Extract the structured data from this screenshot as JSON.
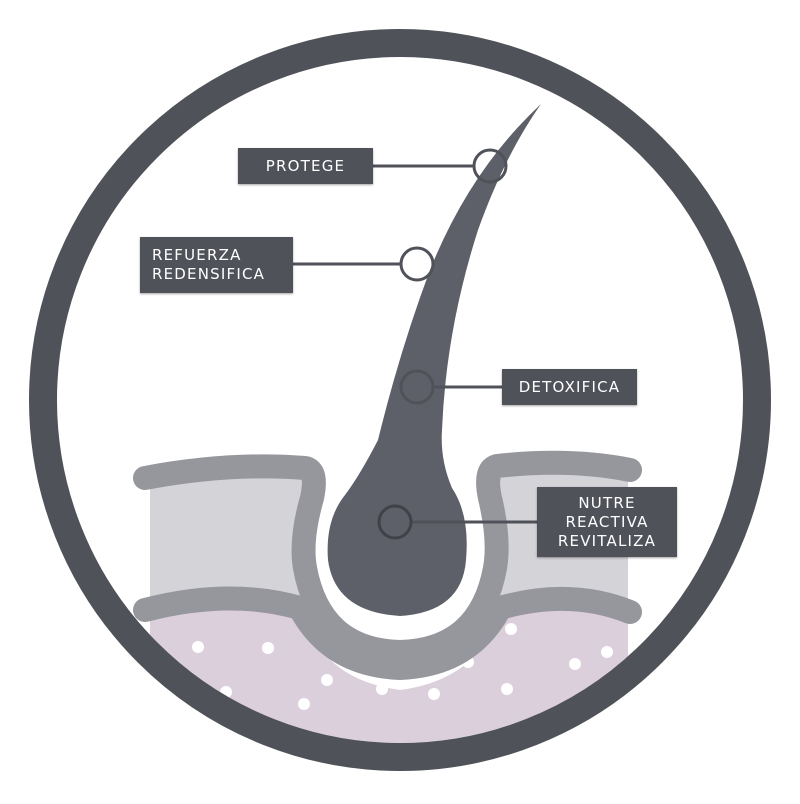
{
  "colors": {
    "ring": "#50525a",
    "hair": "#5e6069",
    "skin_band": "#96979d",
    "epidermis": "#d4d3d8",
    "dermis": "#dccfdc",
    "dots": "#ffffff",
    "label_bg": "#50525a"
  },
  "labels": {
    "protege": [
      "PROTEGE"
    ],
    "refuerza": [
      "REFUERZA",
      "REDENSIFICA"
    ],
    "detoxifica": [
      "DETOXIFICA"
    ],
    "nutre": [
      "NUTRE",
      "REACTIVA",
      "REVITALIZA"
    ]
  }
}
